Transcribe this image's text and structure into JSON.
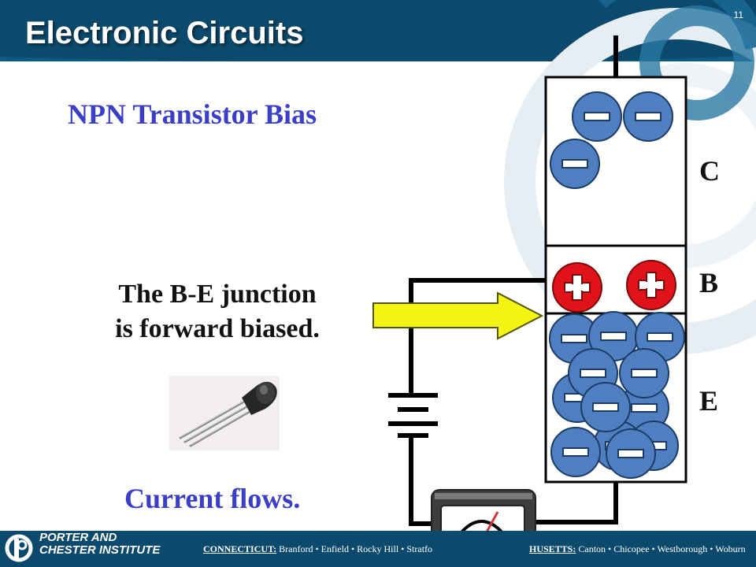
{
  "header": {
    "title": "Electronic Circuits",
    "page_number": "11"
  },
  "content": {
    "subtitle": "NPN Transistor Bias",
    "explanation_line1": "The B-E junction",
    "explanation_line2": "is forward biased.",
    "result": "Current flows."
  },
  "transistor": {
    "collector_label": "C",
    "base_label": "B",
    "emitter_label": "E",
    "collector_electrons": 3,
    "base_holes": 2,
    "emitter_electrons": 12
  },
  "footer": {
    "logo_line1": "PORTER AND",
    "logo_line2": "CHESTER INSTITUTE",
    "connecticut_label": "CONNECTICUT:",
    "connecticut_towns": "Branford • Enfield • Rocky Hill • Stratfo",
    "massachusetts_label": "HUSETTS:",
    "massachusetts_towns": "Canton • Chicopee • Westborough • Woburn"
  },
  "colors": {
    "header_blue": "#0b4a6c",
    "title_text": "#ffffff",
    "accent_blue": "#3a3fc6",
    "electron_fill": "#4f7fc0",
    "hole_fill": "#e0121a",
    "arrow_yellow": "#f5f515"
  },
  "icons": {
    "footer_logo": "pc-logo-icon",
    "meter": "meter-icon",
    "battery": "battery-icon",
    "arrow": "right-arrow-icon"
  }
}
